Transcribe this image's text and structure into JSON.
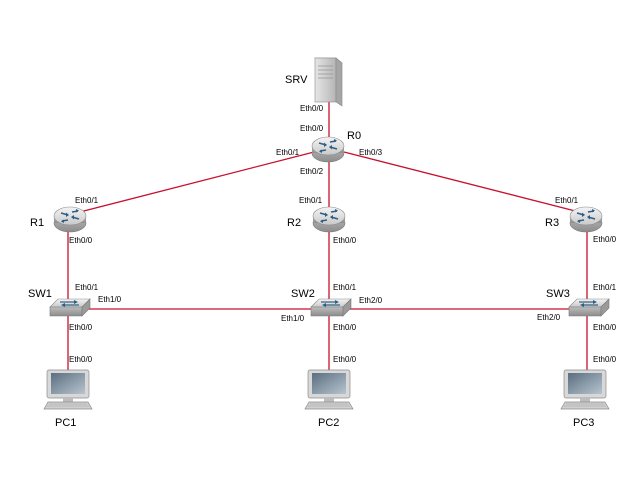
{
  "colors": {
    "link": "#c8102e",
    "router": "#4a7ea8",
    "device_body": "#d9d9d9"
  },
  "nodes": {
    "srv": {
      "label": "SRV",
      "icon": "server-icon"
    },
    "r0": {
      "label": "R0",
      "icon": "router-icon"
    },
    "r1": {
      "label": "R1",
      "icon": "router-icon"
    },
    "r2": {
      "label": "R2",
      "icon": "router-icon"
    },
    "r3": {
      "label": "R3",
      "icon": "router-icon"
    },
    "sw1": {
      "label": "SW1",
      "icon": "switch-icon"
    },
    "sw2": {
      "label": "SW2",
      "icon": "switch-icon"
    },
    "sw3": {
      "label": "SW3",
      "icon": "switch-icon"
    },
    "pc1": {
      "label": "PC1",
      "icon": "pc-icon"
    },
    "pc2": {
      "label": "PC2",
      "icon": "pc-icon"
    },
    "pc3": {
      "label": "PC3",
      "icon": "pc-icon"
    }
  },
  "ports": {
    "srv_eth00": "Eth0/0",
    "r0_eth00": "Eth0/0",
    "r0_eth01": "Eth0/1",
    "r0_eth02": "Eth0/2",
    "r0_eth03": "Eth0/3",
    "r1_eth01": "Eth0/1",
    "r1_eth00": "Eth0/0",
    "r2_eth01": "Eth0/1",
    "r2_eth00": "Eth0/0",
    "r3_eth01": "Eth0/1",
    "r3_eth00": "Eth0/0",
    "sw1_eth01": "Eth0/1",
    "sw1_eth10": "Eth1/0",
    "sw1_eth00": "Eth0/0",
    "sw2_eth01": "Eth0/1",
    "sw2_eth10": "Eth1/0",
    "sw2_eth20": "Eth2/0",
    "sw2_eth00": "Eth0/0",
    "sw3_eth01": "Eth0/1",
    "sw3_eth20": "Eth2/0",
    "sw3_eth00": "Eth0/0",
    "pc1_eth00": "Eth0/0",
    "pc2_eth00": "Eth0/0",
    "pc3_eth00": "Eth0/0"
  }
}
